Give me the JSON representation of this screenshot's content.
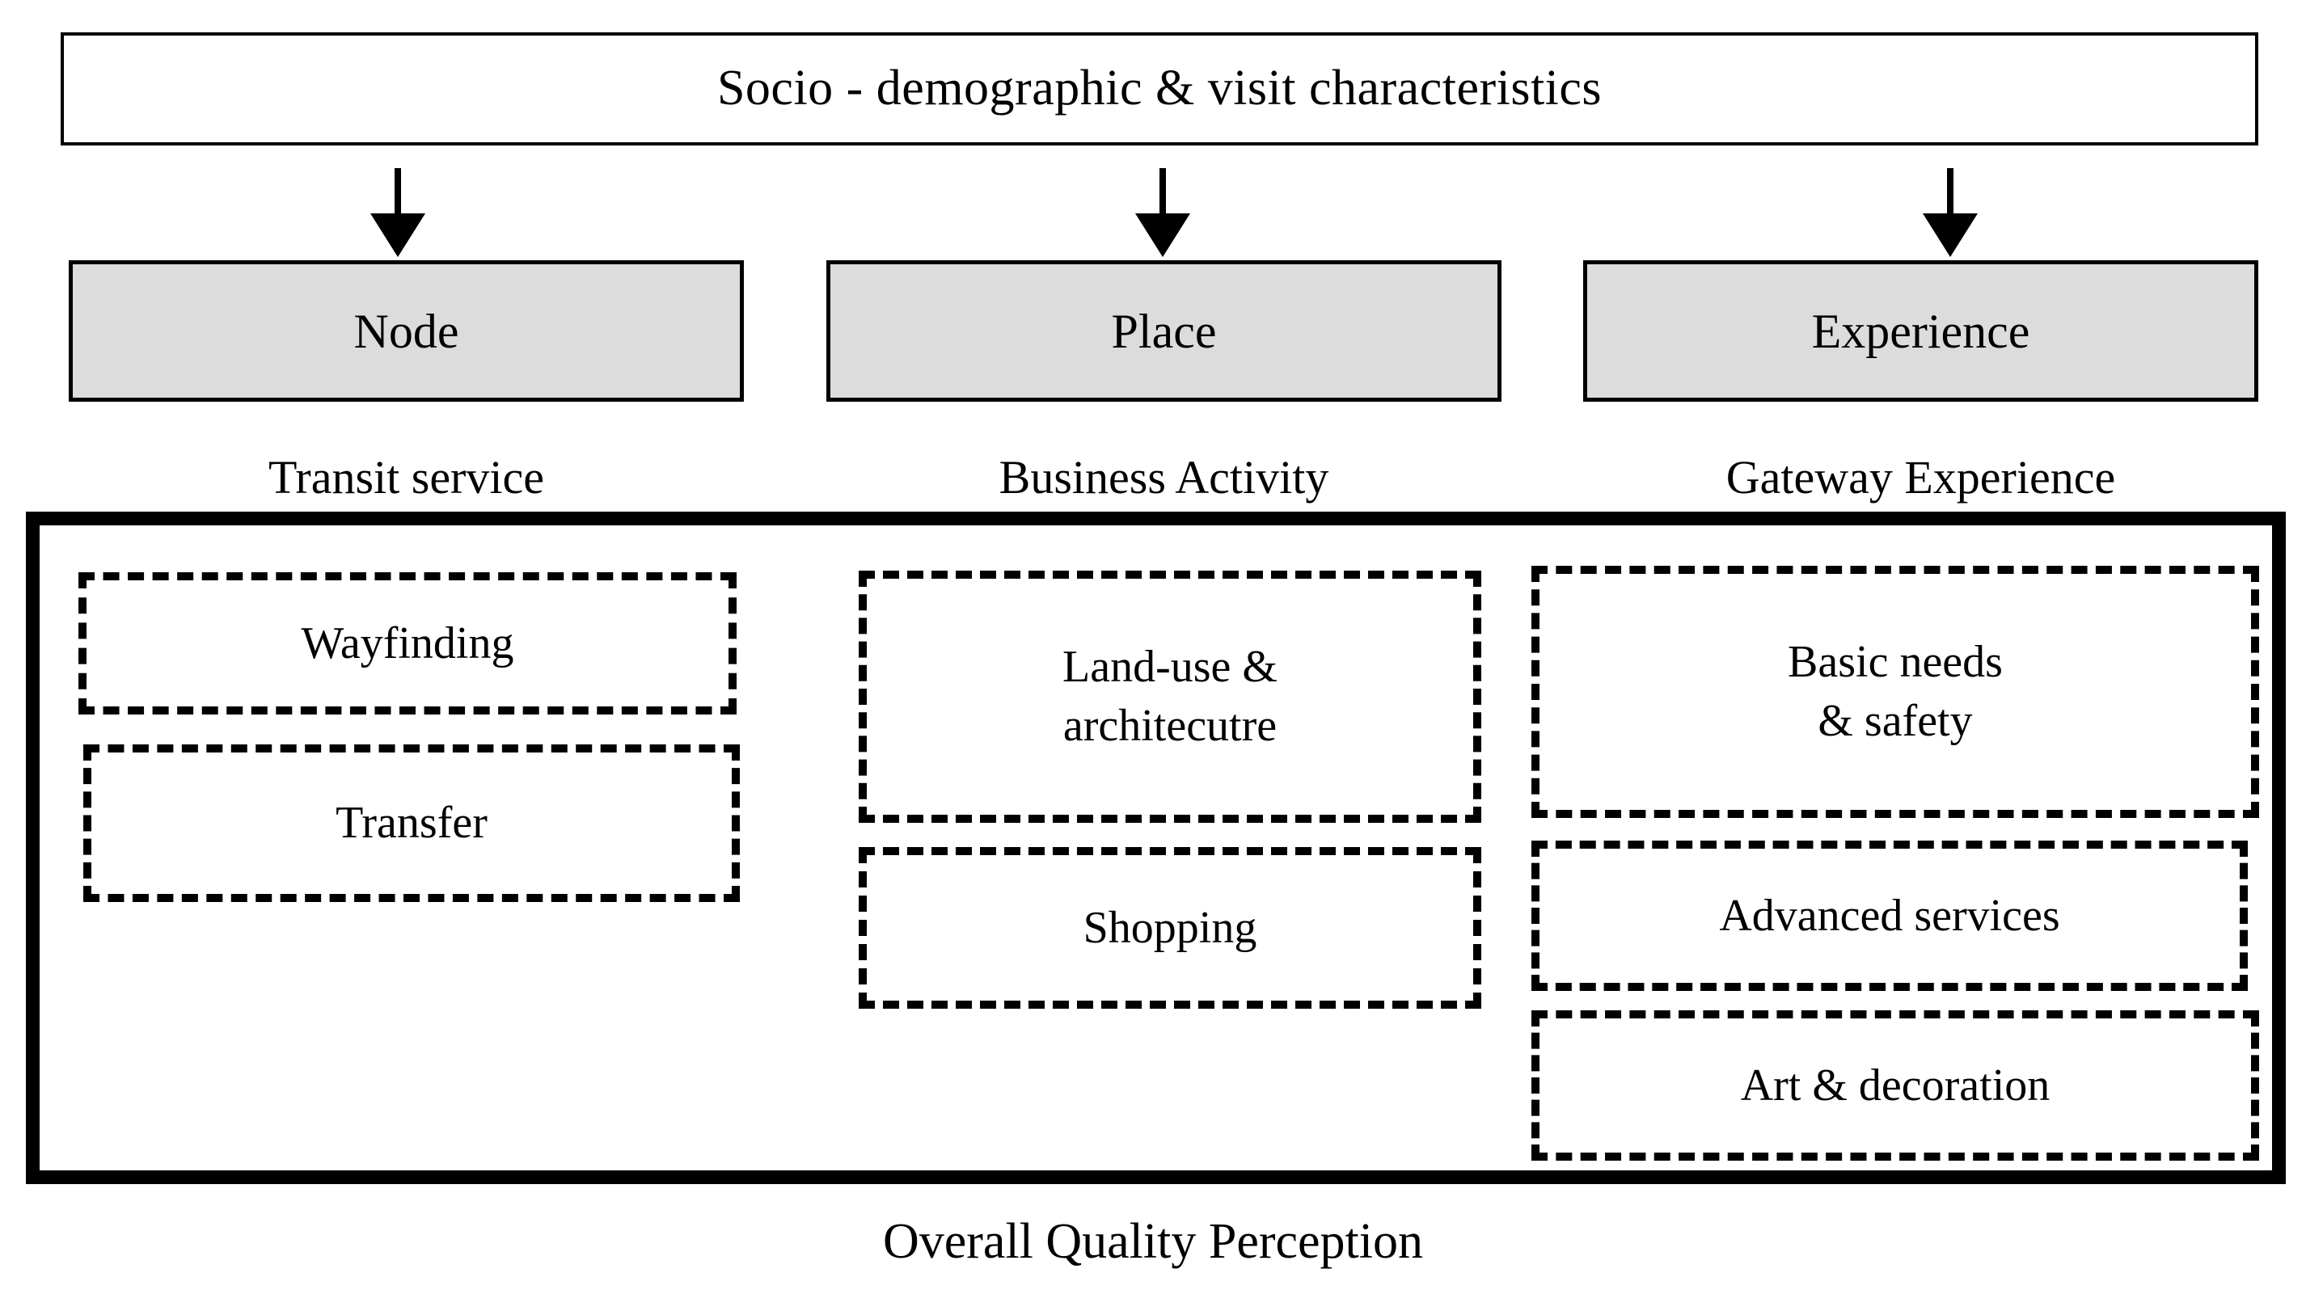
{
  "header": {
    "title": "Socio - demographic & visit characteristics"
  },
  "arrows": [
    {
      "name": "arrow-to-node"
    },
    {
      "name": "arrow-to-place"
    },
    {
      "name": "arrow-to-experience"
    }
  ],
  "categories": [
    {
      "key": "node",
      "box_label": "Node",
      "heading": "Transit service",
      "attributes": [
        {
          "label": "Wayfinding"
        },
        {
          "label": "Transfer"
        }
      ]
    },
    {
      "key": "place",
      "box_label": "Place",
      "heading": "Business Activity",
      "attributes": [
        {
          "label": "Land-use &\narchitecutre"
        },
        {
          "label": "Shopping"
        }
      ]
    },
    {
      "key": "experience",
      "box_label": "Experience",
      "heading": "Gateway Experience",
      "attributes": [
        {
          "label": "Basic needs\n& safety"
        },
        {
          "label": "Advanced services"
        },
        {
          "label": "Art & decoration"
        }
      ]
    }
  ],
  "caption": {
    "text": "Overall Quality Perception"
  },
  "colors": {
    "category_box_fill": "#dcdcdc",
    "stroke": "#000000",
    "background": "#ffffff"
  }
}
